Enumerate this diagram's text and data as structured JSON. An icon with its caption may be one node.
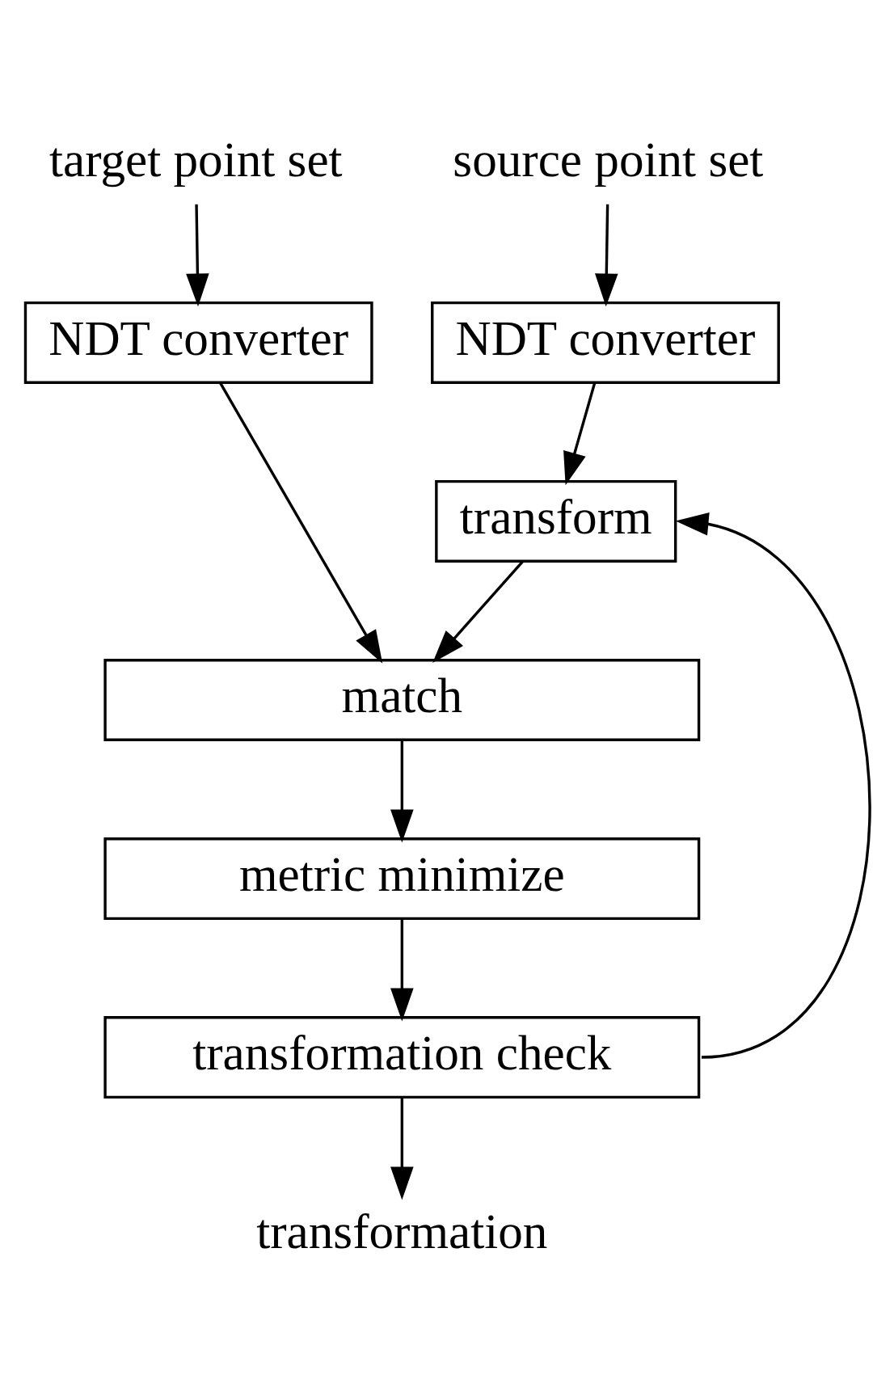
{
  "diagram": {
    "nodes": [
      {
        "text": [
          "target point set"
        ]
      },
      {
        "text": [
          "source point set"
        ]
      },
      {
        "text": [
          "NDT converter"
        ]
      },
      {
        "text": [
          "NDT converter"
        ]
      },
      {
        "text": [
          "transform"
        ]
      },
      {
        "text": [
          "match"
        ]
      },
      {
        "text": [
          "metric minimize"
        ]
      },
      {
        "text": [
          "transformation check"
        ]
      },
      {
        "text": [
          "transformation"
        ]
      }
    ],
    "edges": [
      {
        "from": 0,
        "to": 2,
        "arrow": "to"
      },
      {
        "from": 1,
        "to": 3,
        "arrow": "to"
      },
      {
        "from": 3,
        "to": 4,
        "arrow": "to"
      },
      {
        "from": 2,
        "to": 5,
        "arrow": "to"
      },
      {
        "from": 4,
        "to": 5,
        "arrow": "to"
      },
      {
        "from": 5,
        "to": 6,
        "arrow": "to"
      },
      {
        "from": 6,
        "to": 7,
        "arrow": "to"
      },
      {
        "from": 7,
        "to": 8,
        "arrow": "to"
      },
      {
        "from": 7,
        "to": 4,
        "arrow": "to"
      }
    ]
  }
}
